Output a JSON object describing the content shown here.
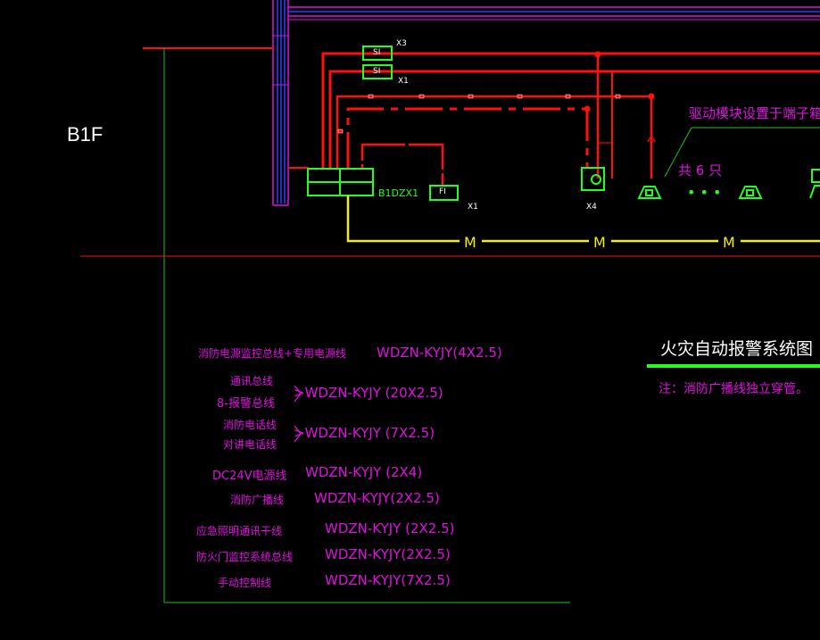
{
  "floor_label": "B1F",
  "devices": {
    "si_top": "SI",
    "si_bottom": "SI",
    "x3": "X3",
    "x1_top": "X1",
    "fi": "FI",
    "x1_bottom": "X1",
    "b1dzx1": "B1DZX1",
    "x4": "X4"
  },
  "bus_label": "M",
  "driver_note": "驱动模块设置于端子箱",
  "count_note": "共 6 只",
  "ellipsis": "• • •",
  "title": "火灾自动报警系统图",
  "note": "注：消防广播线独立穿管。",
  "legend": [
    {
      "name": "消防电源监控总线+专用电源线",
      "spec": "WDZN-KYJY(4X2.5)"
    },
    {
      "name1": "通讯总线",
      "name2": "8-报警总线",
      "spec": ">WDZN-KYJY (20X2.5)"
    },
    {
      "name1": "消防电话线",
      "name2": "对讲电话线",
      "spec": ">WDZN-KYJY (7X2.5)"
    },
    {
      "name": "DC24V电源线",
      "spec": "WDZN-KYJY (2X4)"
    },
    {
      "name": "消防广播线",
      "spec": "WDZN-KYJY(2X2.5)"
    },
    {
      "name": "应急照明通讯干线",
      "spec": "WDZN-KYJY (2X2.5)"
    },
    {
      "name": "防火门监控系统总线",
      "spec": "WDZN-KYJY(2X2.5)"
    },
    {
      "name": "手动控制线",
      "spec": "WDZN-KYJY(7X2.5)"
    }
  ]
}
